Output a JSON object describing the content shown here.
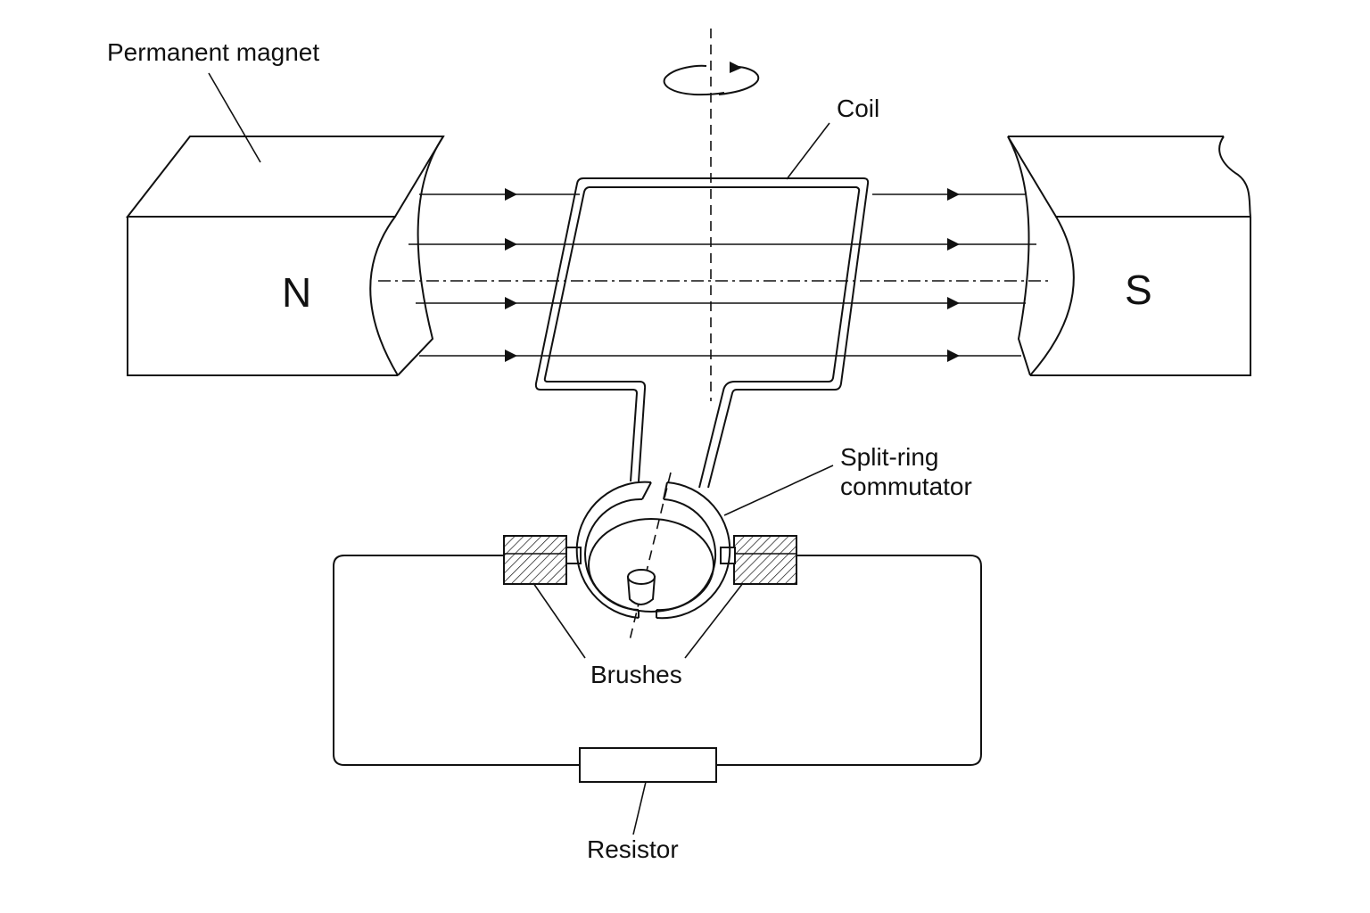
{
  "labels": {
    "permanent_magnet": "Permanent magnet",
    "coil": "Coil",
    "split_ring_line1": "Split-ring",
    "split_ring_line2": "commutator",
    "brushes": "Brushes",
    "resistor": "Resistor",
    "north_pole": "N",
    "south_pole": "S"
  }
}
